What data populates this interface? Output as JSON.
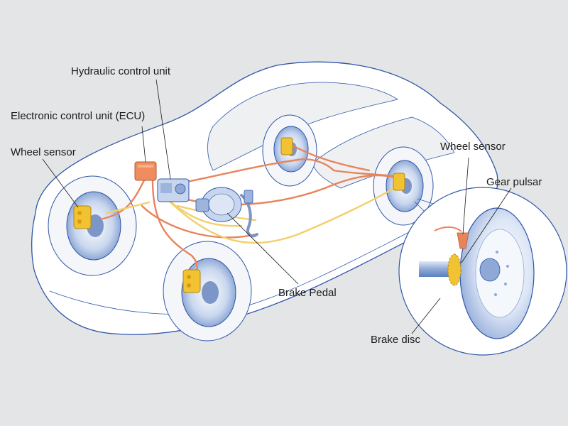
{
  "labels": {
    "hydraulic_control_unit": "Hydraulic control unit",
    "ecu": "Electronic control unit (ECU)",
    "wheel_sensor_left": "Wheel sensor",
    "wheel_sensor_right": "Wheel sensor",
    "gear_pulsar": "Gear pulsar",
    "brake_pedal": "Brake Pedal",
    "brake_disc": "Brake disc"
  },
  "colors": {
    "background": "#e4e5e6",
    "car_body": "#ffffff",
    "car_outline": "#2f56a8",
    "brake_line_orange": "#e8845c",
    "brake_line_yellow": "#f2cf6a",
    "caliper_yellow": "#f1c232",
    "disc_blue": "#b8cbe6",
    "ecu_orange": "#ef8d5f",
    "leader_line": "#1a1a1a"
  }
}
